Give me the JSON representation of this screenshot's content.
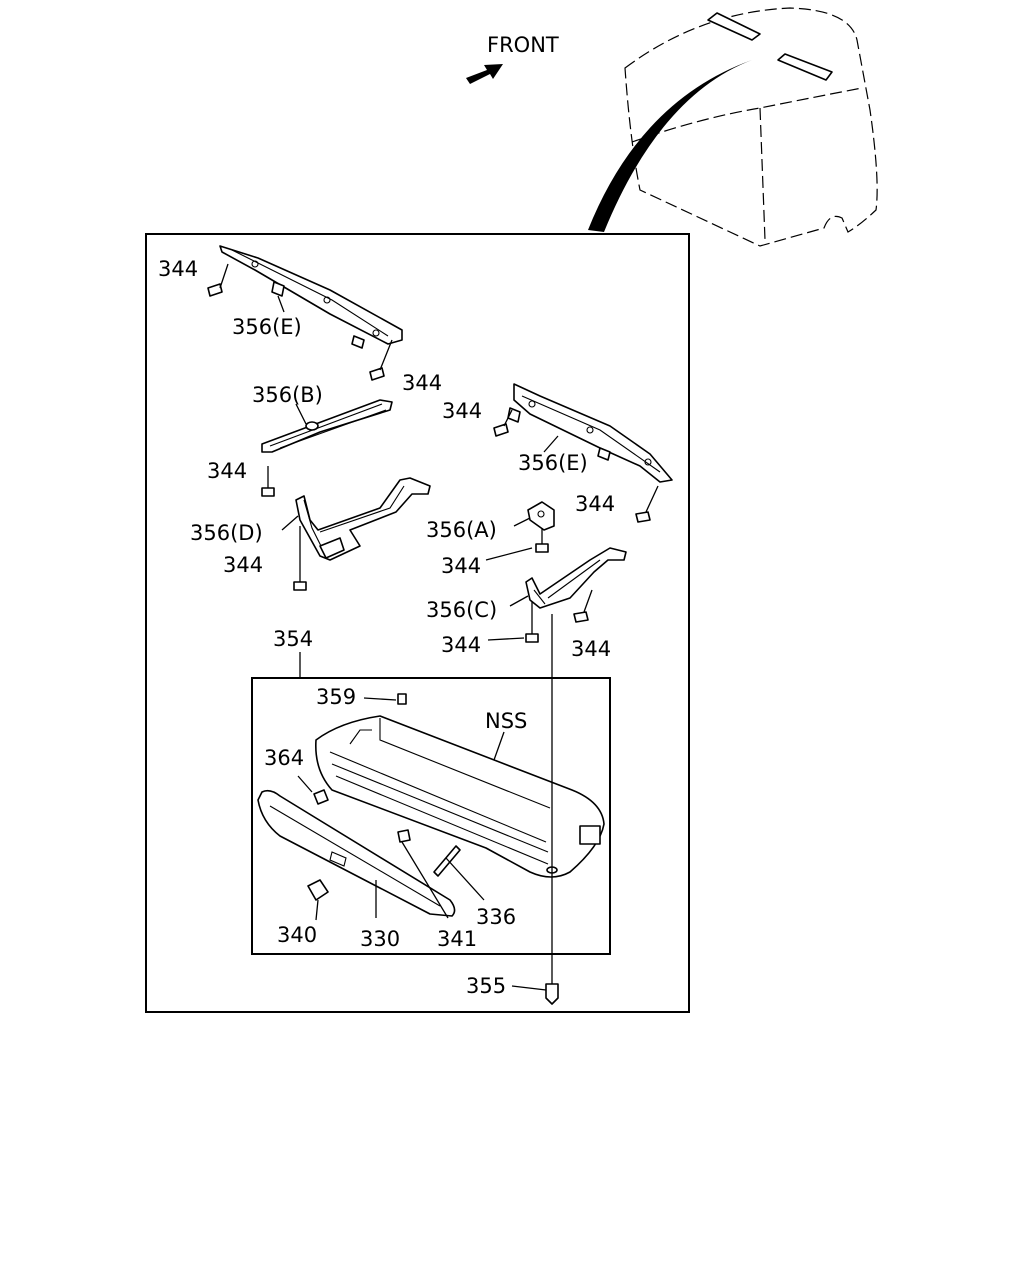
{
  "direction": {
    "label": "FRONT"
  },
  "callouts": [
    {
      "id": "c344a",
      "text": "344"
    },
    {
      "id": "c356e1",
      "text": "356(E)"
    },
    {
      "id": "c344b",
      "text": "344"
    },
    {
      "id": "c356b",
      "text": "356(B)"
    },
    {
      "id": "c344c",
      "text": "344"
    },
    {
      "id": "c344d",
      "text": "344"
    },
    {
      "id": "c356e2",
      "text": "356(E)"
    },
    {
      "id": "c344e",
      "text": "344"
    },
    {
      "id": "c356d",
      "text": "356(D)"
    },
    {
      "id": "c344f",
      "text": "344"
    },
    {
      "id": "c356a",
      "text": "356(A)"
    },
    {
      "id": "c344g",
      "text": "344"
    },
    {
      "id": "c356c",
      "text": "356(C)"
    },
    {
      "id": "c344h",
      "text": "344"
    },
    {
      "id": "c344i",
      "text": "344"
    },
    {
      "id": "c354",
      "text": "354"
    },
    {
      "id": "c359",
      "text": "359"
    },
    {
      "id": "cnss",
      "text": "NSS"
    },
    {
      "id": "c364",
      "text": "364"
    },
    {
      "id": "c336",
      "text": "336"
    },
    {
      "id": "c340",
      "text": "340"
    },
    {
      "id": "c330",
      "text": "330"
    },
    {
      "id": "c341",
      "text": "341"
    },
    {
      "id": "c355",
      "text": "355"
    }
  ]
}
